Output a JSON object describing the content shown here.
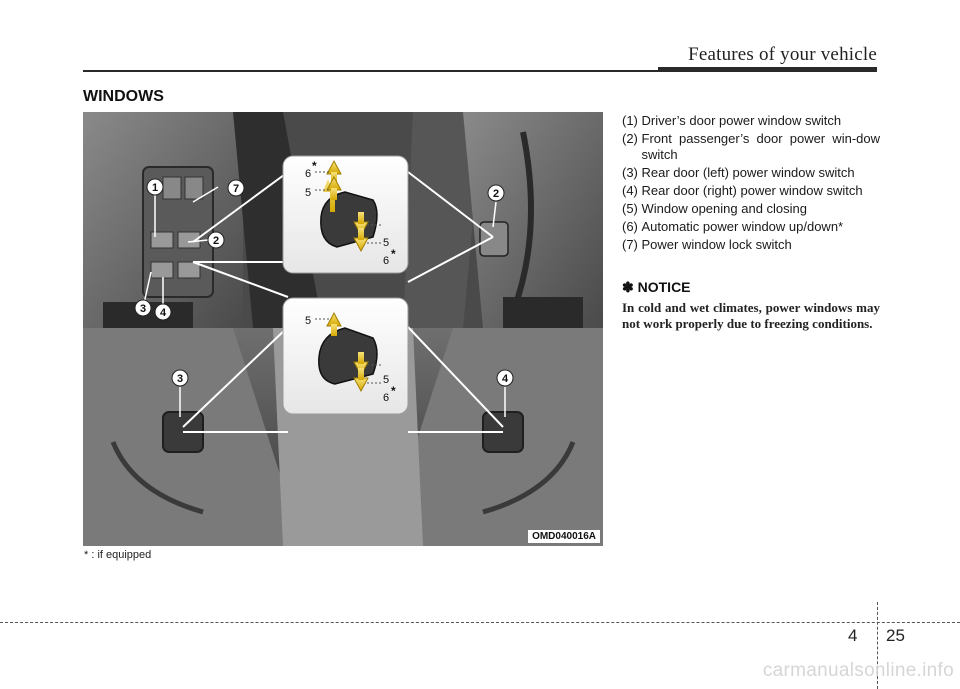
{
  "header": {
    "title": "Features of your vehicle"
  },
  "section": {
    "title": "WINDOWS"
  },
  "figure": {
    "code": "OMD040016A",
    "footnote": "* : if equipped",
    "callouts": [
      "1",
      "7",
      "2",
      "3",
      "4",
      "2",
      "3",
      "4"
    ],
    "inset_labels": {
      "five": "5",
      "six": "6",
      "star": "*"
    }
  },
  "legend": [
    {
      "num": "(1) ",
      "text": "Driver’s door power window switch"
    },
    {
      "num": "(2) ",
      "text": "Front passenger’s door power win-dow switch"
    },
    {
      "num": "(3) ",
      "text": "Rear door (left) power window switch"
    },
    {
      "num": "(4) ",
      "text": "Rear door (right) power window switch"
    },
    {
      "num": "(5) ",
      "text": "Window opening and closing"
    },
    {
      "num": "(6) ",
      "text": "Automatic power window up/down*"
    },
    {
      "num": "(7) ",
      "text": "Power window lock switch"
    }
  ],
  "notice": {
    "icon": "✽",
    "title": "NOTICE",
    "body": "In cold and wet climates, power windows may not work properly due to freezing conditions."
  },
  "footer": {
    "chapter": "4",
    "page": "25",
    "watermark": "carmanualsonline.info"
  }
}
